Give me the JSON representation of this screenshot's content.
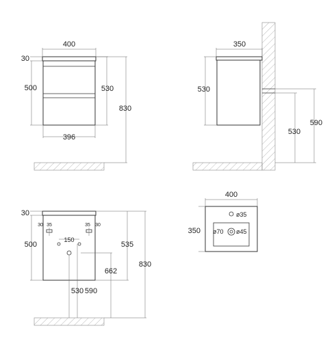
{
  "front": {
    "width_top": "400",
    "top_thickness": "30",
    "body_height": "500",
    "drawer_height": "530",
    "total_height": "830",
    "width_bottom": "396"
  },
  "side": {
    "depth": "350",
    "height": "530",
    "pipe_height": "590",
    "pipe_low": "530"
  },
  "back": {
    "top_thickness": "30",
    "pipe_offset_l1": "30",
    "pipe_offset_l2": "35",
    "pipe_offset_r1": "35",
    "pipe_offset_r2": "30",
    "body_height": "500",
    "hole_spacing": "150",
    "height_535": "535",
    "height_830": "830",
    "height_662": "662",
    "label_530": "530",
    "label_590": "590"
  },
  "top_view": {
    "width": "400",
    "depth": "350",
    "tap_hole": "ø35",
    "drain_hole": "ø70",
    "overflow_hole": "ø45"
  },
  "colors": {
    "line": "#333333",
    "hatch": "#888888"
  }
}
